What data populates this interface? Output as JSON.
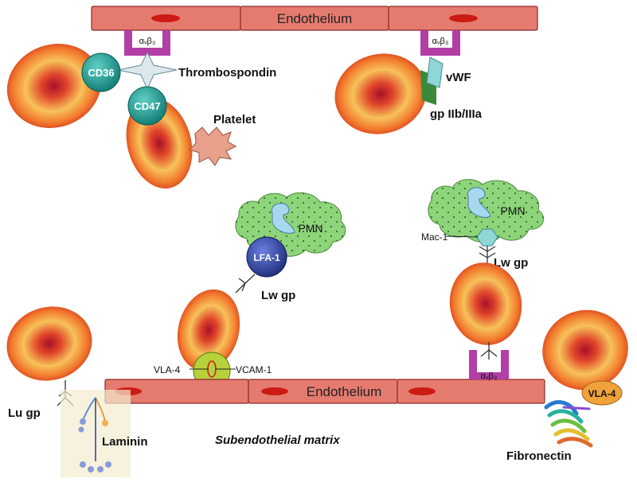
{
  "labels": {
    "endothelium_top": "Endothelium",
    "endothelium_bottom": "Endothelium",
    "integrin": "αᵥβ₃",
    "cd36": "CD36",
    "cd47": "CD47",
    "thrombospondin": "Thrombospondin",
    "platelet": "Platelet",
    "vwf": "vWF",
    "gp": "gp IIb/IIIa",
    "pmn": "PMN",
    "lfa1": "LFA-1",
    "lw_gp": "Lw gp",
    "mac1": "Mac-1",
    "vla4_left": "VLA-4",
    "vcam1": "VCAM-1",
    "lu_gp": "Lu gp",
    "laminin": "Laminin",
    "subendothelial": "Subendothelial matrix",
    "fibronectin": "Fibronectin",
    "vla4_right": "VLA-4"
  },
  "colors": {
    "endothelium_fill": "#e57b6f",
    "endothelium_stroke": "#8a2b2b",
    "nucleus": "#cc1b14",
    "integrin": "#b23ea6",
    "cd_teal": "#17928a",
    "lfa_blue": "#2b3f9c",
    "vla4_green": "#b6d23a",
    "vla4_orange": "#f0a23a",
    "pmn_green": "#8ed47a",
    "rbc_outer": "#d93a1e",
    "rbc_mid": "#f27a2e",
    "rbc_light": "#f7c25a"
  }
}
